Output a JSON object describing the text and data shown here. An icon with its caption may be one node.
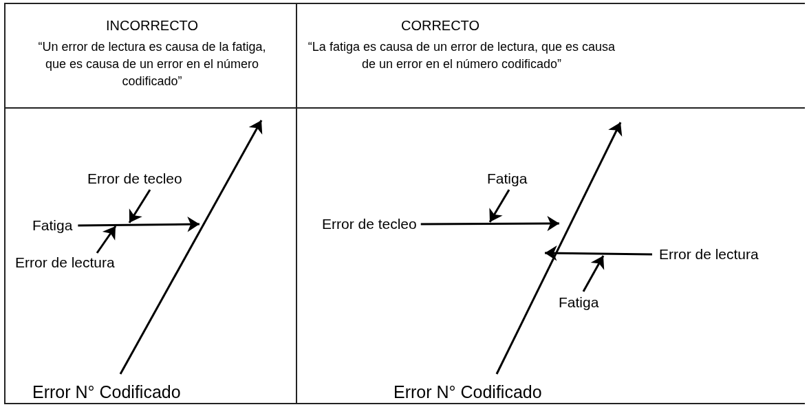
{
  "diagram": {
    "nodes": [
      {
        "text": [
          "INCORRECTO",
          "“Un error de lectura es causa de la fatiga, que es causa de un error en el número codificado”"
        ]
      },
      {
        "text": [
          "CORRECTO",
          "“La fatiga es causa de un error de lectura, que es causa de un error en el número codificado”"
        ]
      },
      {
        "text": [
          "Error N° Codificado"
        ],
        "in": 0
      },
      {
        "text": [
          "Fatiga"
        ],
        "in": 0
      },
      {
        "text": [
          "Error de tecleo"
        ],
        "in": 0
      },
      {
        "text": [
          "Error de lectura"
        ],
        "in": 0
      },
      {
        "text": [
          "Error N° Codificado"
        ],
        "in": 1
      },
      {
        "text": [
          "Error de tecleo"
        ],
        "in": 1
      },
      {
        "text": [
          "Fatiga"
        ],
        "in": 1
      },
      {
        "text": [
          "Error de lectura"
        ],
        "in": 1
      },
      {
        "text": [
          "Fatiga"
        ],
        "in": 1
      }
    ],
    "edges": [
      {
        "from": 2,
        "to": null,
        "arrow": "to"
      },
      {
        "from": 3,
        "to": null,
        "arrow": "to"
      },
      {
        "from": 4,
        "to": null,
        "arrow": "to"
      },
      {
        "from": 5,
        "to": null,
        "arrow": "to"
      },
      {
        "from": 6,
        "to": null,
        "arrow": "to"
      },
      {
        "from": 7,
        "to": null,
        "arrow": "to"
      },
      {
        "from": 8,
        "to": null,
        "arrow": "to"
      },
      {
        "from": 9,
        "to": null,
        "arrow": "to"
      },
      {
        "from": 10,
        "to": null,
        "arrow": "to"
      }
    ]
  }
}
